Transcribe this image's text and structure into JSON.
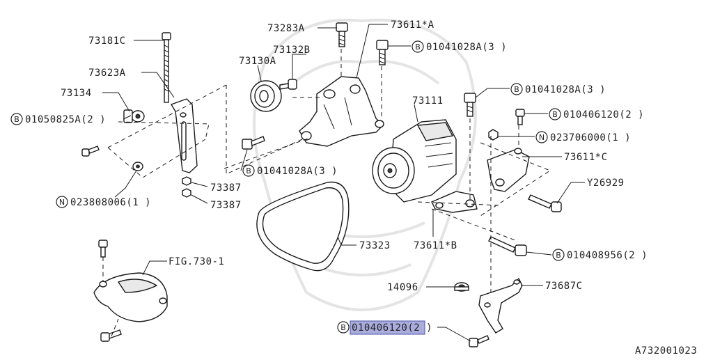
{
  "diagram_id": "A732001023",
  "callouts": {
    "c73181C": "73181C",
    "c73623A": "73623A",
    "c73134": "73134",
    "c01050825A": "01050825A(2 )",
    "c023808006": "023808006(1 )",
    "c73387a": "73387",
    "c73387b": "73387",
    "c73283A": "73283A",
    "c73132B": "73132B",
    "c73130A": "73130A",
    "c73611A": "73611*A",
    "c01041028A_top": "01041028A(3 )",
    "c01041028A_mid": "01041028A(3 )",
    "c01041028A_left": "01041028A(3 )",
    "c73111": "73111",
    "c010406120_top": "010406120(2 )",
    "c023706000": "023706000(1 )",
    "c73611C": "73611*C",
    "cY26929": "Y26929",
    "c73323": "73323",
    "c73611B": "73611*B",
    "c010408956": "010408956(2 )",
    "cFIG730": "FIG.730-1",
    "c14096": "14096",
    "c73687C": "73687C",
    "c010406120_bot": "010406120(2 )"
  },
  "markers": {
    "bolt": "B",
    "nut": "N"
  },
  "highlight_colors": {
    "fill": "#a9acdc",
    "stroke": "#4a4fa8"
  }
}
